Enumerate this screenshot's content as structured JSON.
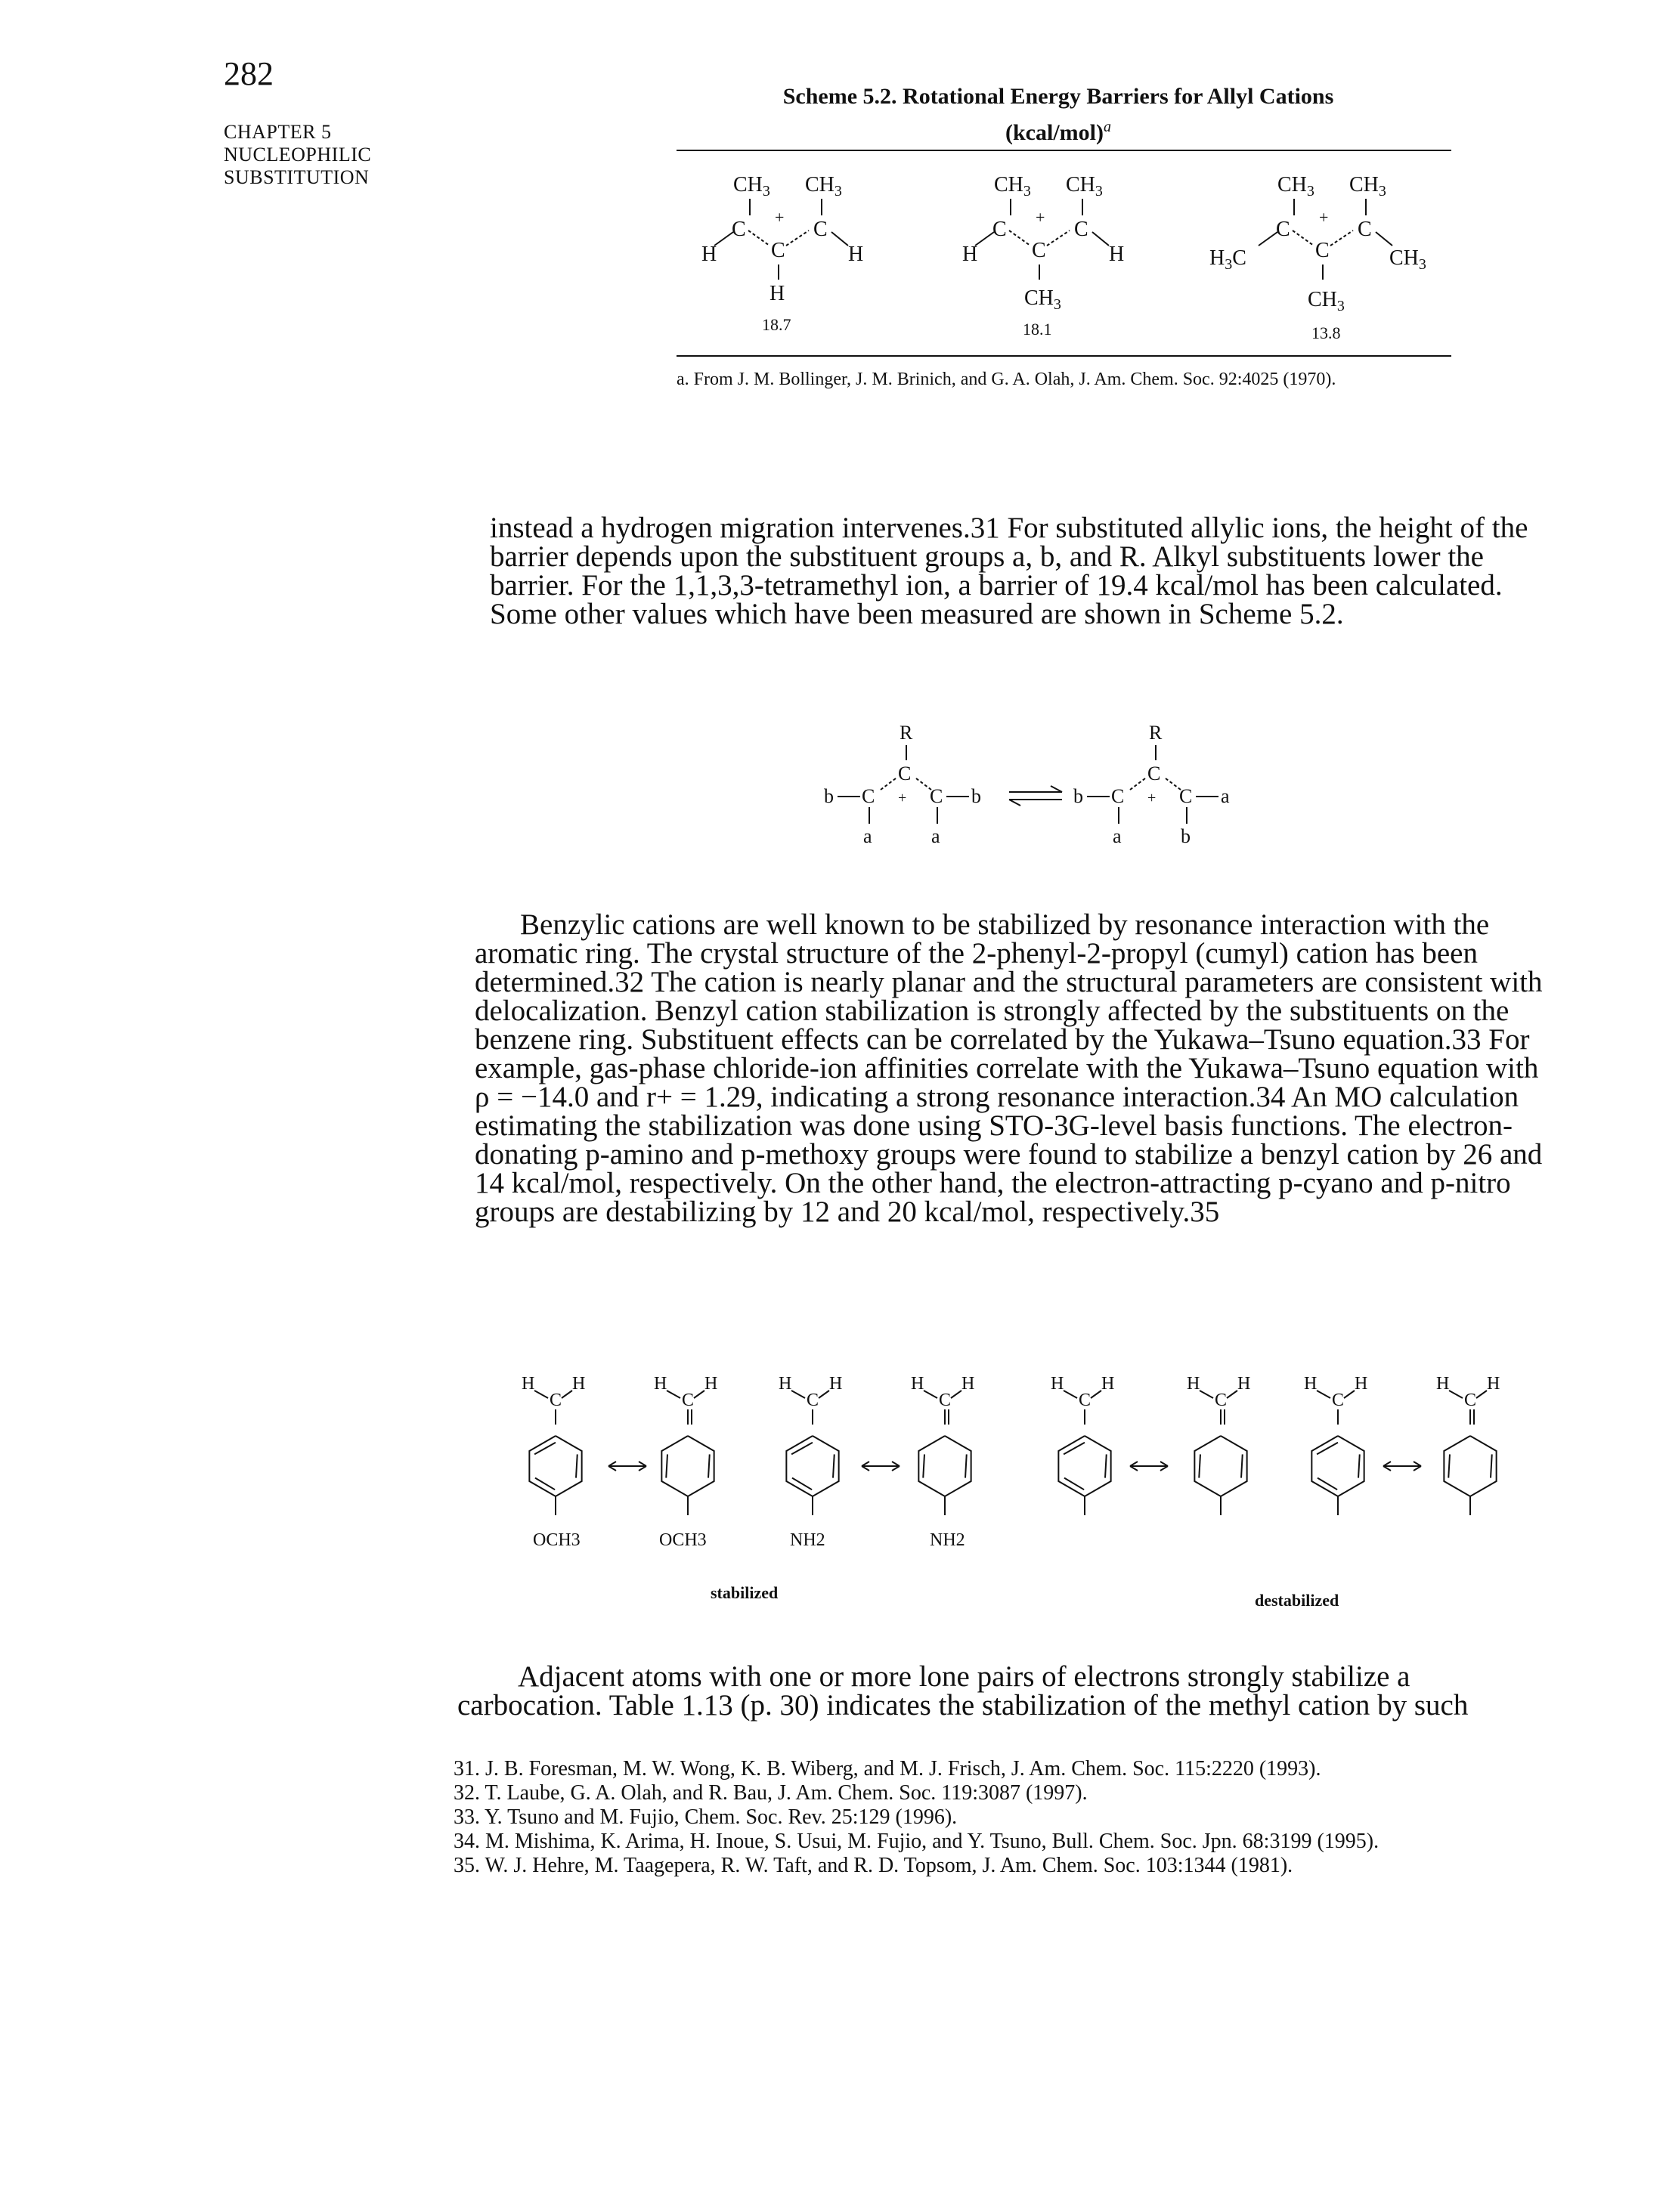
{
  "page_number": "282",
  "chapter": [
    "CHAPTER 5",
    "NUCLEOPHILIC",
    "SUBSTITUTION"
  ],
  "scheme": {
    "title_line1": "Scheme 5.2. Rotational Energy Barriers for Allyl Cations",
    "title_line2": "(kcal/mol)",
    "title_sup": "a",
    "values": [
      "18.7",
      "18.1",
      "13.8"
    ],
    "footnote": "a. From J. M. Bollinger, J. M. Brinich, and G. A. Olah, J. Am. Chem. Soc. 92:4025 (1970)."
  },
  "para1_lines": [
    "instead a hydrogen migration intervenes.31 For substituted allylic ions, the height of the",
    "barrier depends upon the substituent groups a, b, and R. Alkyl substituents lower the",
    "barrier. For the 1,1,3,3-tetramethyl ion, a barrier of 19.4 kcal/mol has been calculated.",
    "Some other values which have been measured are shown in Scheme 5.2."
  ],
  "para2_lines": [
    "Benzylic cations are well known to be stabilized by resonance interaction with the",
    "aromatic ring. The crystal structure of the 2-phenyl-2-propyl (cumyl) cation has been",
    "determined.32 The cation is nearly planar and the structural parameters are consistent with",
    "delocalization. Benzyl cation stabilization is strongly affected by the substituents on the",
    "benzene ring. Substituent effects can be correlated by the Yukawa–Tsuno equation.33 For",
    "example, gas-phase chloride-ion affinities correlate with the Yukawa–Tsuno equation with",
    "ρ = −14.0 and r+ = 1.29, indicating a strong resonance interaction.34 An MO calculation",
    "estimating the stabilization was done using STO-3G-level basis functions. The electron-",
    "donating p-amino and p-methoxy groups were found to stabilize a benzyl cation by 26 and",
    "14 kcal/mol, respectively. On the other hand, the electron-attracting p-cyano and p-nitro",
    "groups are destabilizing by 12 and 20 kcal/mol, respectively.35"
  ],
  "benzyl_labels": {
    "stabilized": "stabilized",
    "destabilized": "destabilized",
    "substituents": [
      "OCH3",
      "OCH3",
      "NH2",
      "NH2"
    ]
  },
  "para3_lines": [
    "Adjacent atoms with one or more lone pairs of electrons strongly stabilize a",
    "carbocation. Table 1.13 (p. 30) indicates the stabilization of the methyl cation by such"
  ],
  "references": [
    "31. J. B. Foresman, M. W. Wong, K. B. Wiberg, and M. J. Frisch, J. Am. Chem. Soc. 115:2220 (1993).",
    "32. T. Laube, G. A. Olah, and R. Bau, J. Am. Chem. Soc. 119:3087 (1997).",
    "33. Y. Tsuno and M. Fujio, Chem. Soc. Rev. 25:129 (1996).",
    "34. M. Mishima, K. Arima, H. Inoue, S. Usui, M. Fujio, and Y. Tsuno, Bull. Chem. Soc. Jpn. 68:3199 (1995).",
    "35. W. J. Hehre, M. Taagepera, R. W. Taft, and R. D. Topsom, J. Am. Chem. Soc. 103:1344 (1981)."
  ]
}
